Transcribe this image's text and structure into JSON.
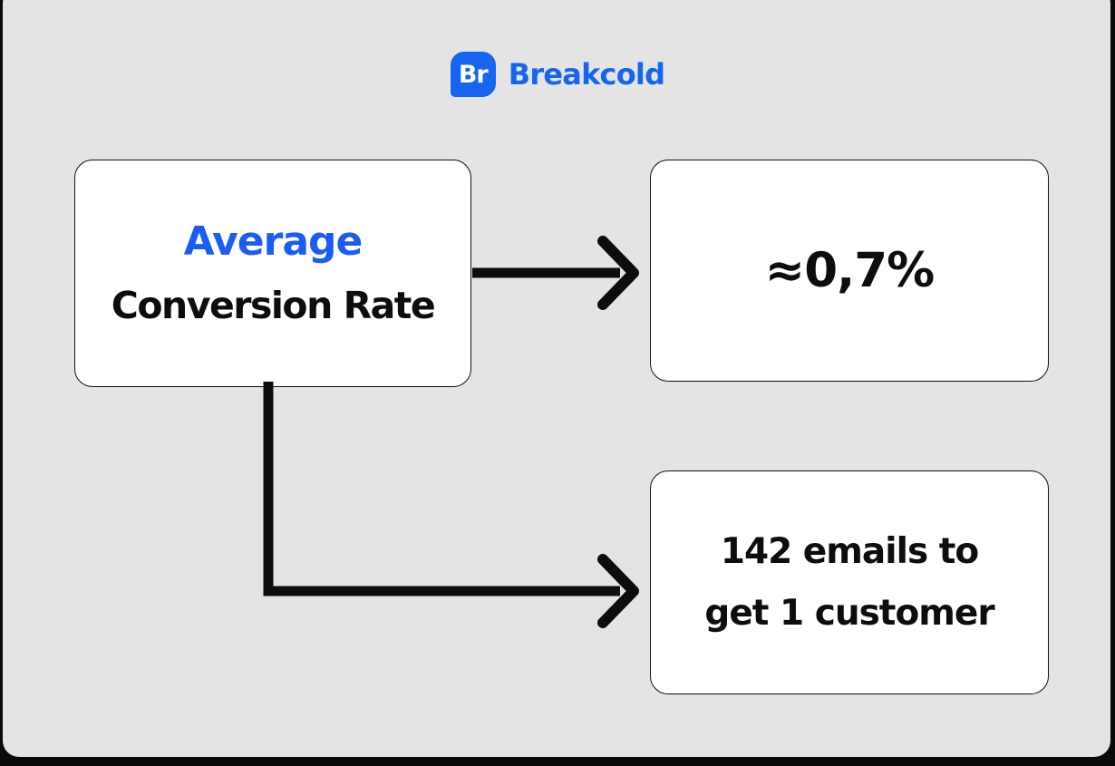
{
  "page": {
    "frame_color": "#0a0a0a",
    "canvas_color": "#e5e4e4",
    "arrow_color": "#0d0d0d",
    "box_background": "#ffffff",
    "box_border_color": "#111111"
  },
  "logo": {
    "icon_text": "Br",
    "brand_name": "Breakcold",
    "brand_blue": "#1565f0"
  },
  "diagram": {
    "source_box": {
      "line1": "Average",
      "line2": "Conversion Rate",
      "line1_color": "#1b5cf2",
      "line2_color": "#0d0d0d"
    },
    "result_boxes": [
      {
        "text": "≈0,7%"
      },
      {
        "line1": "142 emails to",
        "line2": "get 1 customer"
      }
    ]
  }
}
